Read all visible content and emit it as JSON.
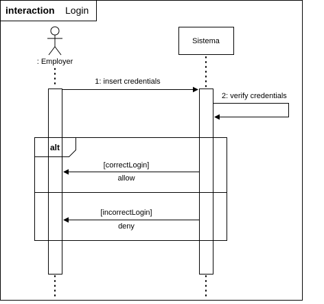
{
  "interaction": {
    "keyword": "interaction",
    "name": "Login"
  },
  "lifelines": {
    "employer": {
      "label": ": Employer",
      "icon": "actor-icon"
    },
    "sistema": {
      "label": "Sistema"
    }
  },
  "messages": {
    "insert_credentials": "1: insert credentials",
    "verify_credentials": "2: verify credentials"
  },
  "alt_fragment": {
    "label": "alt",
    "operands": [
      {
        "guard": "[correctLogin]",
        "reply": "allow"
      },
      {
        "guard": "[incorrectLogin]",
        "reply": "deny"
      }
    ]
  }
}
